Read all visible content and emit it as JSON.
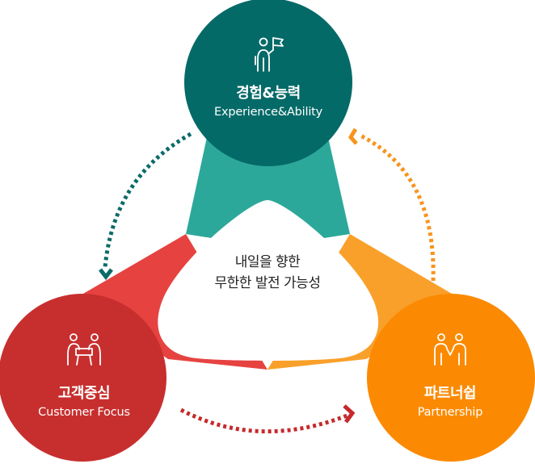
{
  "center": {
    "line1": "내일을 향한",
    "line2": "무한한 발전 가능성"
  },
  "nodes": {
    "experience": {
      "ko": "경험&능력",
      "en": "Experience&Ability",
      "color": "#046a67",
      "icon": "person-with-flag-icon"
    },
    "customer": {
      "ko": "고객중심",
      "en": "Customer Focus",
      "color": "#c72f2e",
      "icon": "meeting-table-icon"
    },
    "partner": {
      "ko": "파트너쉽",
      "en": "Partnership",
      "color": "#fb8a02",
      "icon": "two-people-icon"
    }
  },
  "colors": {
    "teal_band": "#2ca89a",
    "red_band": "#e64340",
    "orange_band": "#f9a02b",
    "arrow_teal": "#0b6b68",
    "arrow_red": "#c52a2c",
    "arrow_orange": "#f7941d"
  }
}
